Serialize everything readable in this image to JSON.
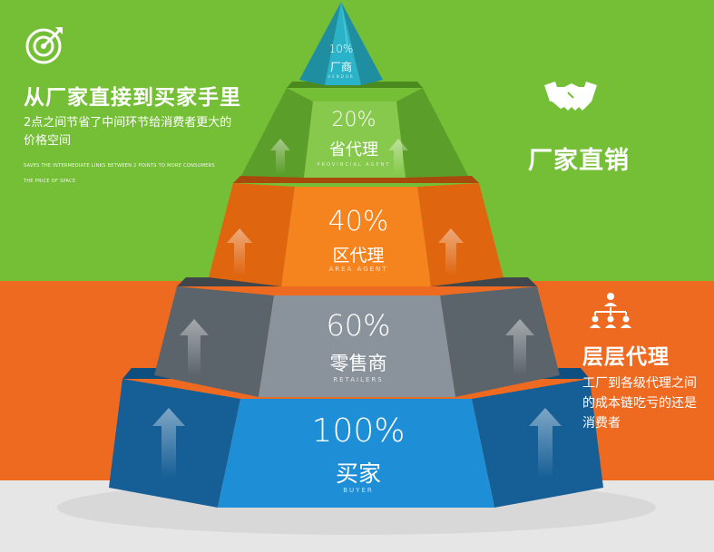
{
  "left_panel": {
    "icon": "target-icon",
    "title": "从厂家直接到买家手里",
    "desc_line1": "2点之间节省了中间环节给消费者更大的",
    "desc_line2": "价格空间",
    "en_line1": "SAVES THE INTERMEDIATE LINKS BETWEEN 2 POINTS TO MORE CONSUMERS",
    "en_line2": "THE PRICE OF SPACE"
  },
  "right_top": {
    "icon": "handshake-icon",
    "title": "厂家直销"
  },
  "right_bottom": {
    "icon": "org-chart-icon",
    "title": "层层代理",
    "desc_line1": "工厂到各级代理之间",
    "desc_line2": "的成本链吃亏的还是",
    "desc_line3": "消费者"
  },
  "colors": {
    "green_bg": "#75bf36",
    "orange_bg": "#ee6a21",
    "gray_bg": "#e8e8e8",
    "tier_vendor": "#2ab3c8",
    "tier_provincial": "#7bc142",
    "tier_area": "#f5841f",
    "tier_retailers": "#8a939c",
    "tier_buyer": "#1e8fd6"
  },
  "pyramid": {
    "tiers": [
      {
        "id": "vendor",
        "pct": "10%",
        "name": "厂商",
        "en": "VENDOR"
      },
      {
        "id": "provincial",
        "pct": "20%",
        "name": "省代理",
        "en": "PROVINCIAL AGENT"
      },
      {
        "id": "area",
        "pct": "40%",
        "name": "区代理",
        "en": "AREA AGENT"
      },
      {
        "id": "retailers",
        "pct": "60%",
        "name": "零售商",
        "en": "RETAILERS"
      },
      {
        "id": "buyer",
        "pct": "100%",
        "name": "买家",
        "en": "BUYER"
      }
    ]
  }
}
